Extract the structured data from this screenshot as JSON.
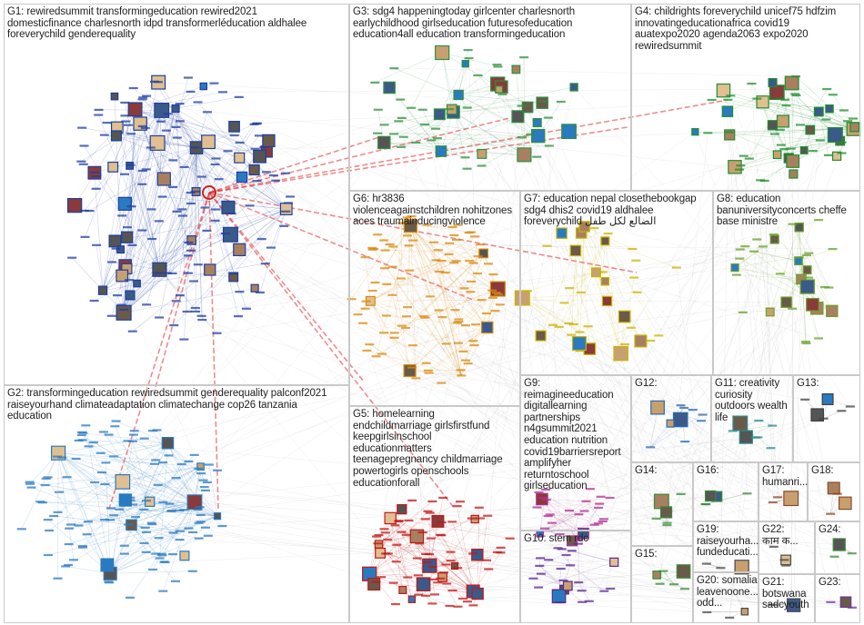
{
  "groups": [
    {
      "id": "G1",
      "label": "G1: rewiredsummit transformingeducation rewired2021\ndomesticfinance charlesnorth idpd transformerléducation aldhalee\nforeverychild genderequality",
      "color": "#1f3f9f"
    },
    {
      "id": "G2",
      "label": "G2: transformingeducation rewiredsummit genderequality palconf2021\nraiseyourhand climateadaptation climatechange cop26 tanzania\neducation",
      "color": "#2a7ac0"
    },
    {
      "id": "G3",
      "label": "G3: sdg4 happeningtoday girlcenter charlesnorth\nearlychildhood girlseducation futuresofeducation\neducation4all education transformingeducation",
      "color": "#2f8f3f"
    },
    {
      "id": "G4",
      "label": "G4: childrights foreverychild unicef75 hdfzim\ninnovatingeducationafrica covid19\nauatexpo2020 agenda2063 expo2020\nrewiredsummit",
      "color": "#1f8f2f"
    },
    {
      "id": "G5",
      "label": "G5: homelearning\nendchildmarriage girlsfirstfund\nkeepgirlsinschool\neducationmatters\nteenagepregnancy childmarriage\npowertogirls openschools\neducationforall",
      "color": "#c01818"
    },
    {
      "id": "G6",
      "label": "G6: hr3836\nviolenceagainstchildren nohitzones\naces traumainducingviolence",
      "color": "#d88a10"
    },
    {
      "id": "G7",
      "label": "G7: education nepal closethebookgap\nsdg4 dhis2 covid19 aldhalee\nforeverychild الضالع لكل طفل",
      "color": "#c8b400"
    },
    {
      "id": "G8",
      "label": "G8: education\nbanuniversityconcerts cheffe\nbase ministre",
      "color": "#6aa02a"
    },
    {
      "id": "G9",
      "label": "G9:\nreimagineeducation\ndigitallearning\npartnerships\nn4gsummit2021\neducation nutrition\ncovid19barriersreport\namplifyher\nreturntoschool\ngirlseducation",
      "color": "#b03090"
    },
    {
      "id": "G10",
      "label": "G10: stem rdc",
      "color": "#5a2a90"
    },
    {
      "id": "G11",
      "label": "G11: creativity\ncuriosity\noutdoors wealth\nlife",
      "color": "#2a8a8a"
    },
    {
      "id": "G12",
      "label": "G12:",
      "color": "#2a6ab0"
    },
    {
      "id": "G13",
      "label": "G13:",
      "color": "#404040"
    },
    {
      "id": "G14",
      "label": "G14:",
      "color": "#3a8a3a"
    },
    {
      "id": "G15",
      "label": "G15:",
      "color": "#3a8a3a"
    },
    {
      "id": "G16",
      "label": "G16:",
      "color": "#3a8a3a"
    },
    {
      "id": "G17",
      "label": "G17:\nhumanri...",
      "color": "#8a4a2a"
    },
    {
      "id": "G18",
      "label": "G18:",
      "color": "#8a4a2a"
    },
    {
      "id": "G19",
      "label": "G19:\nraiseyourha...\nfundeducati...",
      "color": "#4a4a4a"
    },
    {
      "id": "G20",
      "label": "G20: somalia\nleavenoone...\nodd...",
      "color": "#4a4a4a"
    },
    {
      "id": "G21",
      "label": "G21:\nbotswana\nsadcyouth",
      "color": "#4a4a4a"
    },
    {
      "id": "G22",
      "label": "G22:\nकाम क...",
      "color": "#4a4a4a"
    },
    {
      "id": "G23",
      "label": "G23:",
      "color": "#6a3a9a"
    },
    {
      "id": "G24",
      "label": "G24:",
      "color": "#3a8a3a"
    }
  ]
}
